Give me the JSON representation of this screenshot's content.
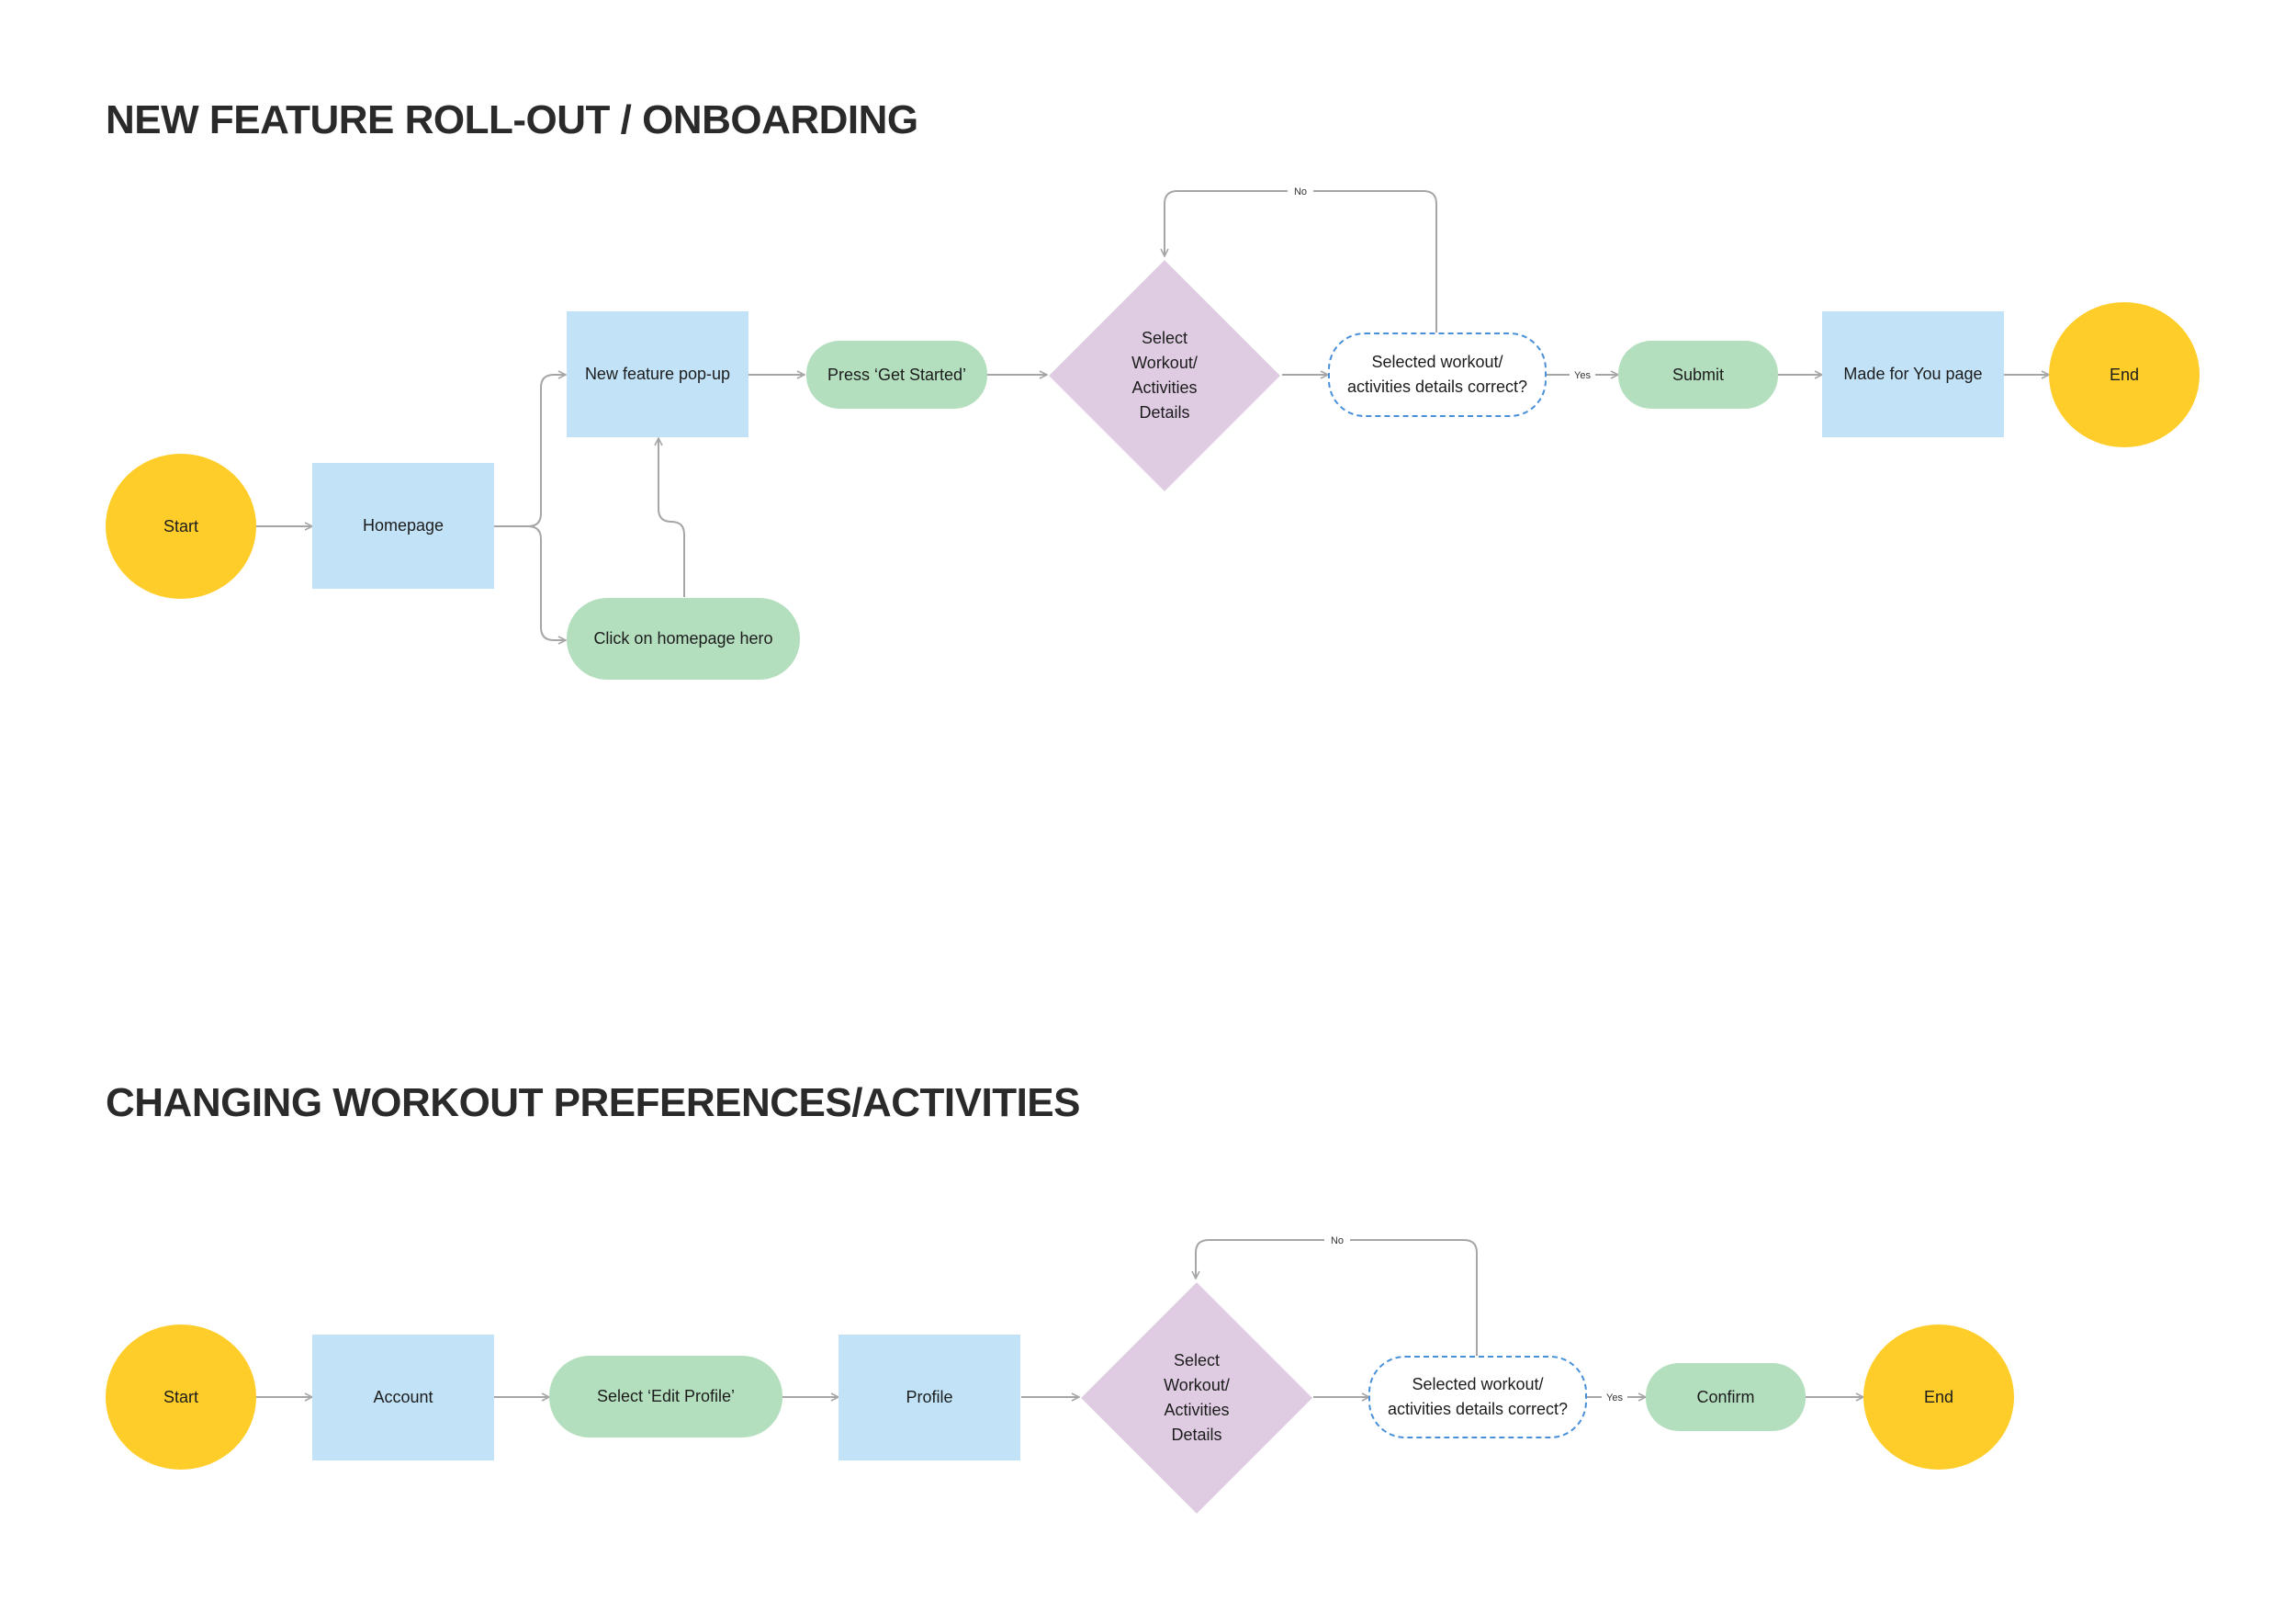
{
  "flow1": {
    "title": "NEW FEATURE ROLL-OUT / ONBOARDING",
    "start": "Start",
    "homepage": "Homepage",
    "popup": "New feature pop-up",
    "hero": "Click on homepage hero",
    "get_started": "Press ‘Get Started’",
    "select": "Select\nWorkout/\nActivities\n Details",
    "check_line1": "Selected workout/",
    "check_line2": "activities details correct?",
    "submit": "Submit",
    "made_for_you": "Made for You page",
    "end": "End",
    "no_label": "No",
    "yes_label": "Yes"
  },
  "flow2": {
    "title": "CHANGING WORKOUT PREFERENCES/ACTIVITIES",
    "start": "Start",
    "account": "Account",
    "edit_profile": "Select ‘Edit Profile’",
    "profile": "Profile",
    "select": "Select\nWorkout/\nActivities\n Details",
    "check_line1": "Selected workout/",
    "check_line2": "activities details correct?",
    "confirm": "Confirm",
    "end": "End",
    "no_label": "No",
    "yes_label": "Yes"
  },
  "colors": {
    "terminal": "#ffcd29",
    "page": "#c2e3f7",
    "action": "#b4dfbe",
    "choice": "#dfcce3",
    "decision_border": "#4a90d9",
    "connector": "#a6a6a6"
  }
}
